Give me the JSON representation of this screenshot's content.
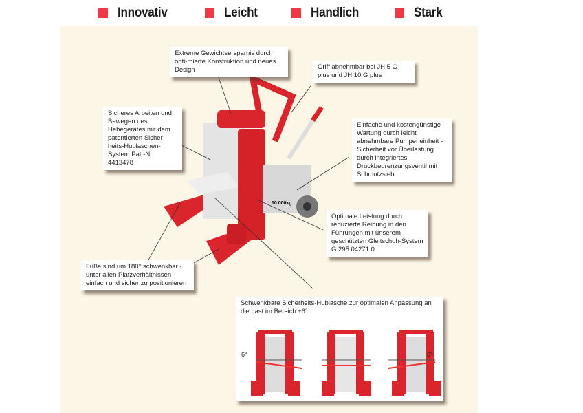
{
  "features": [
    {
      "label": "Innovativ"
    },
    {
      "label": "Leicht"
    },
    {
      "label": "Handlich"
    },
    {
      "label": "Stark"
    }
  ],
  "callouts": {
    "weight": "Extreme Gewichtsersparnis durch opti-mierte Konstruktion und neues Design",
    "handle": "Griff abnehmbar bei JH 5 G plus und JH 10 G plus",
    "safety": "Sicheres Arbeiten und Bewegen des Hebegerätes mit dem patentierten Sicher-heits-Hublaschen-System Pat.-Nr. 4413478",
    "maintenance": "Einfache und kostengünstige Wartung durch leicht abnehmbare Pumpeneinheit - Sicherheit vor Überlastung durch integriertes Druckbegrenzungsventil mit Schmutzsieb",
    "performance": "Optimale Leistung durch reduzierte Reibung in den Führungen mit unserem geschützten Gleitschuh-System G 295 04271.0",
    "feet": "Füße sind um 180° schwenkbar - unter allen Platzverhältnissen einfach und sicher zu positionieren"
  },
  "panel": {
    "caption": "Schwenkbare Sicherheits-Hublasche zur optimalen Anpassung an die Last im Bereich ±6°",
    "angle_left": "6°",
    "angle_right": "6°"
  },
  "product_label": "10.000kg",
  "colors": {
    "accent": "#ef3a45",
    "jack_red": "#d9252b",
    "background": "#fcf6e6"
  }
}
